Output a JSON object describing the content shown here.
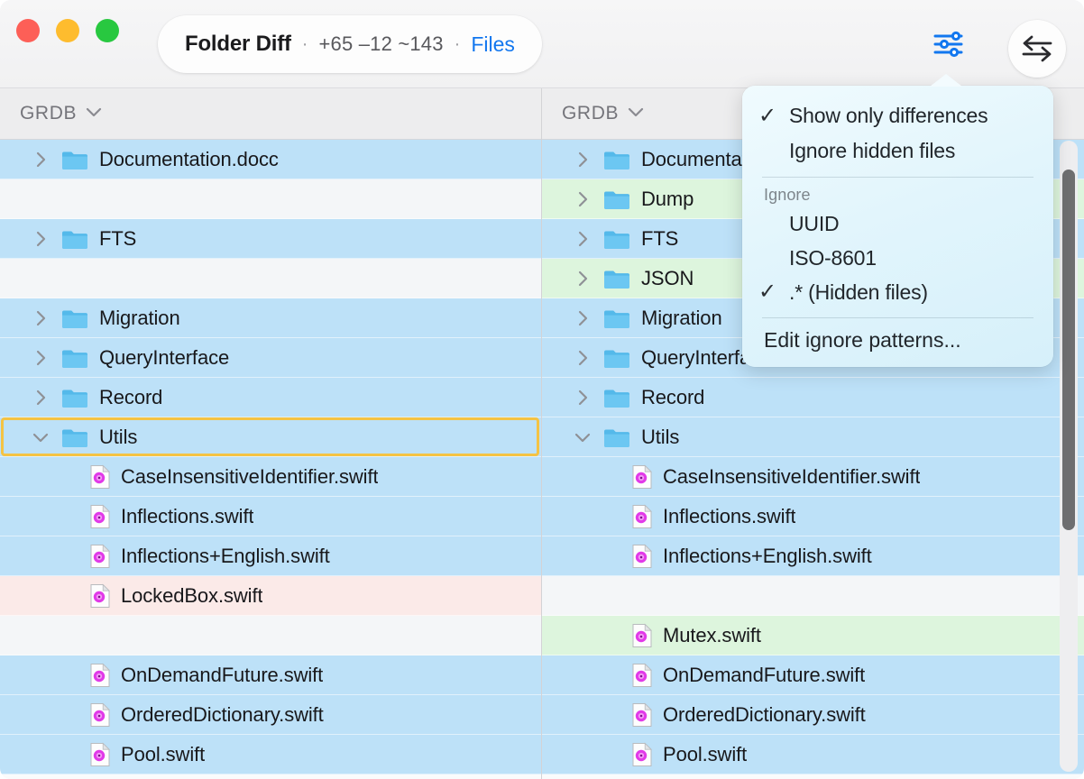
{
  "window": {
    "traffic_lights": [
      "close",
      "minimize",
      "zoom"
    ],
    "colors": {
      "close": "#fd5f57",
      "minimize": "#febc2e",
      "zoom": "#28c840",
      "added": "#ddf5dd",
      "removed": "#fbeae8",
      "modified": "#bde1f8",
      "selection": "#f4c344",
      "link": "#1277ef",
      "accent_icon": "#1277ef"
    }
  },
  "titlebar": {
    "title": "Folder Diff",
    "separator": "·",
    "stats": "+65 –12 ~143",
    "link": "Files",
    "sliders_icon": "sliders-icon",
    "swap_icon": "swap-arrows-icon"
  },
  "panes": {
    "left": {
      "header": {
        "label": "GRDB",
        "chevron": "chevron-down-icon"
      },
      "rows": [
        {
          "label": "Documentation.docc",
          "kind": "folder",
          "state": "modified",
          "twisty": "collapsed",
          "level": 0,
          "selected": false
        },
        {
          "label": "",
          "kind": "blank",
          "state": "blank",
          "twisty": "none",
          "level": 0,
          "selected": false
        },
        {
          "label": "FTS",
          "kind": "folder",
          "state": "modified",
          "twisty": "collapsed",
          "level": 0,
          "selected": false
        },
        {
          "label": "",
          "kind": "blank",
          "state": "blank",
          "twisty": "none",
          "level": 0,
          "selected": false
        },
        {
          "label": "Migration",
          "kind": "folder",
          "state": "modified",
          "twisty": "collapsed",
          "level": 0,
          "selected": false
        },
        {
          "label": "QueryInterface",
          "kind": "folder",
          "state": "modified",
          "twisty": "collapsed",
          "level": 0,
          "selected": false
        },
        {
          "label": "Record",
          "kind": "folder",
          "state": "modified",
          "twisty": "collapsed",
          "level": 0,
          "selected": false
        },
        {
          "label": "Utils",
          "kind": "folder",
          "state": "modified",
          "twisty": "expanded",
          "level": 0,
          "selected": true
        },
        {
          "label": "CaseInsensitiveIdentifier.swift",
          "kind": "file",
          "state": "modified",
          "twisty": "none",
          "level": 1,
          "selected": false
        },
        {
          "label": "Inflections.swift",
          "kind": "file",
          "state": "modified",
          "twisty": "none",
          "level": 1,
          "selected": false
        },
        {
          "label": "Inflections+English.swift",
          "kind": "file",
          "state": "modified",
          "twisty": "none",
          "level": 1,
          "selected": false
        },
        {
          "label": "LockedBox.swift",
          "kind": "file",
          "state": "removed",
          "twisty": "none",
          "level": 1,
          "selected": false
        },
        {
          "label": "",
          "kind": "blank",
          "state": "blank",
          "twisty": "none",
          "level": 0,
          "selected": false
        },
        {
          "label": "OnDemandFuture.swift",
          "kind": "file",
          "state": "modified",
          "twisty": "none",
          "level": 1,
          "selected": false
        },
        {
          "label": "OrderedDictionary.swift",
          "kind": "file",
          "state": "modified",
          "twisty": "none",
          "level": 1,
          "selected": false
        },
        {
          "label": "Pool.swift",
          "kind": "file",
          "state": "modified",
          "twisty": "none",
          "level": 1,
          "selected": false
        }
      ]
    },
    "right": {
      "header": {
        "label": "GRDB",
        "chevron": "chevron-down-icon"
      },
      "rows": [
        {
          "label": "Documentation.docc",
          "kind": "folder",
          "state": "modified",
          "twisty": "collapsed",
          "level": 0,
          "selected": false
        },
        {
          "label": "Dump",
          "kind": "folder",
          "state": "added",
          "twisty": "collapsed",
          "level": 0,
          "selected": false
        },
        {
          "label": "FTS",
          "kind": "folder",
          "state": "modified",
          "twisty": "collapsed",
          "level": 0,
          "selected": false
        },
        {
          "label": "JSON",
          "kind": "folder",
          "state": "added",
          "twisty": "collapsed",
          "level": 0,
          "selected": false
        },
        {
          "label": "Migration",
          "kind": "folder",
          "state": "modified",
          "twisty": "collapsed",
          "level": 0,
          "selected": false
        },
        {
          "label": "QueryInterface",
          "kind": "folder",
          "state": "modified",
          "twisty": "collapsed",
          "level": 0,
          "selected": false
        },
        {
          "label": "Record",
          "kind": "folder",
          "state": "modified",
          "twisty": "collapsed",
          "level": 0,
          "selected": false
        },
        {
          "label": "Utils",
          "kind": "folder",
          "state": "modified",
          "twisty": "expanded",
          "level": 0,
          "selected": false
        },
        {
          "label": "CaseInsensitiveIdentifier.swift",
          "kind": "file",
          "state": "modified",
          "twisty": "none",
          "level": 1,
          "selected": false
        },
        {
          "label": "Inflections.swift",
          "kind": "file",
          "state": "modified",
          "twisty": "none",
          "level": 1,
          "selected": false
        },
        {
          "label": "Inflections+English.swift",
          "kind": "file",
          "state": "modified",
          "twisty": "none",
          "level": 1,
          "selected": false
        },
        {
          "label": "",
          "kind": "blank",
          "state": "blank",
          "twisty": "none",
          "level": 0,
          "selected": false
        },
        {
          "label": "Mutex.swift",
          "kind": "file",
          "state": "added",
          "twisty": "none",
          "level": 1,
          "selected": false
        },
        {
          "label": "OnDemandFuture.swift",
          "kind": "file",
          "state": "modified",
          "twisty": "none",
          "level": 1,
          "selected": false
        },
        {
          "label": "OrderedDictionary.swift",
          "kind": "file",
          "state": "modified",
          "twisty": "none",
          "level": 1,
          "selected": false
        },
        {
          "label": "Pool.swift",
          "kind": "file",
          "state": "modified",
          "twisty": "none",
          "level": 1,
          "selected": false
        }
      ]
    }
  },
  "popover": {
    "options": [
      {
        "label": "Show only differences",
        "checked": true
      },
      {
        "label": "Ignore hidden files",
        "checked": false
      }
    ],
    "section_title": "Ignore",
    "patterns": [
      {
        "label": "UUID",
        "checked": false
      },
      {
        "label": "ISO-8601",
        "checked": false
      },
      {
        "label": ".* (Hidden files)",
        "checked": true
      }
    ],
    "footer": "Edit ignore patterns...",
    "checkmark": "✓"
  },
  "scrollbar": {
    "orientation": "vertical",
    "name": "right-pane-scrollbar"
  }
}
